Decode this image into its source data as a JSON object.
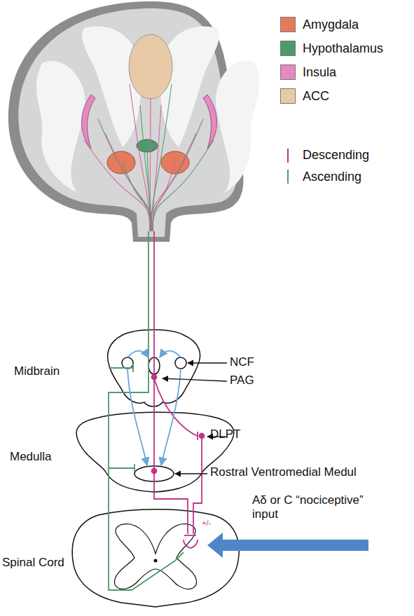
{
  "diagram": {
    "labels": [
      "NCF",
      "PAG",
      "DLPT",
      "Rostral Ventromedial Medul",
      "Aδ or C “nociceptive” input",
      "Midbrain",
      "Medulla",
      "Spinal Cord",
      "+/-"
    ],
    "legend": [
      {
        "text": "Amygdala",
        "color": "#e47b5c"
      },
      {
        "text": "Hypothalamus",
        "color": "#4f9a6a"
      },
      {
        "text": "Insula",
        "color": "#e48ac0"
      },
      {
        "text": "ACC",
        "color": "#e9caa6"
      },
      {
        "text": "Descending"
      },
      {
        "text": "Ascending"
      }
    ]
  }
}
